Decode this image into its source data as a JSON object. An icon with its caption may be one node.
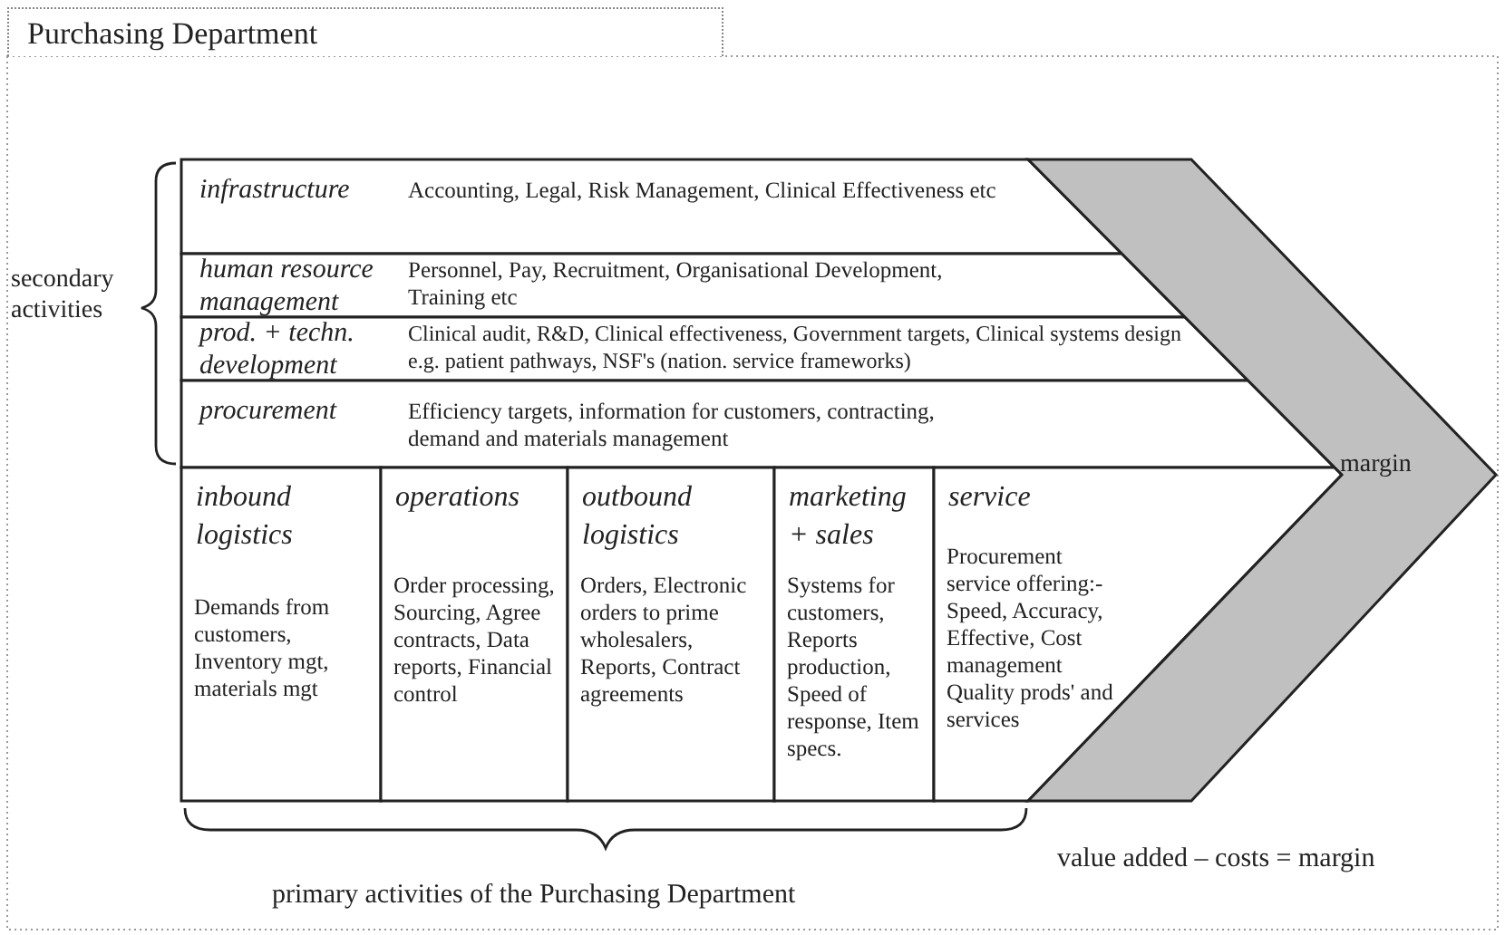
{
  "diagram": {
    "title": "Purchasing Department",
    "nodes": [
      {
        "text": [
          "infrastructure",
          "Accounting, Legal, Risk Management, Clinical Effectiveness etc"
        ]
      },
      {
        "text": [
          "human resource management",
          "Personnel, Pay, Recruitment, Organisational Development, Training etc"
        ]
      },
      {
        "text": [
          "prod. + techn. development",
          "Clinical audit, R&D, Clinical effectiveness, Government targets, Clinical systems design e.g. patient pathways, NSF's (nation. service frameworks)"
        ]
      },
      {
        "text": [
          "procurement",
          "Efficiency targets, information for customers, contracting, demand and materials management"
        ]
      },
      {
        "text": [
          "inbound logistics",
          "Demands from customers, Inventory mgt, materials mgt"
        ]
      },
      {
        "text": [
          "operations",
          "Order processing, Sourcing, Agree contracts, Data reports, Financial control"
        ]
      },
      {
        "text": [
          "outbound logistics",
          "Orders, Electronic orders to prime wholesalers, Reports, Contract agreements"
        ]
      },
      {
        "text": [
          "marketing + sales",
          "Systems for customers, Reports production, Speed of response, Item specs."
        ]
      },
      {
        "text": [
          "service",
          "Procurement service offering:- Speed, Accuracy, Effective, Cost management Quality prods' and services"
        ]
      },
      {
        "text": [
          "margin"
        ]
      }
    ],
    "labels": [
      "secondary activities",
      "primary activities of the Purchasing Department",
      "value added – costs = margin"
    ]
  }
}
